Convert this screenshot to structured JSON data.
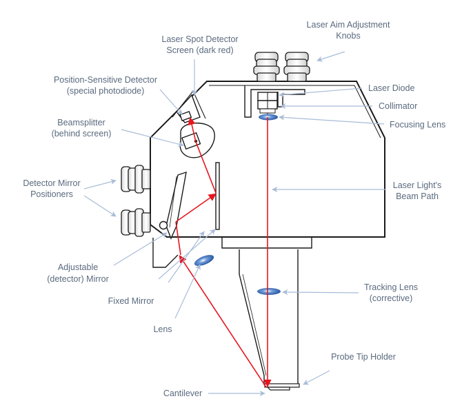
{
  "labels": {
    "laser_aim_1": "Laser Aim Adjustment",
    "laser_aim_2": "Knobs",
    "spot_screen_1": "Laser Spot Detector",
    "spot_screen_2": "Screen (dark red)",
    "psd_1": "Position-Sensitive Detector",
    "psd_2": "(special photodiode)",
    "beamsplitter_1": "Beamsplitter",
    "beamsplitter_2": "(behind screen)",
    "laser_diode": "Laser Diode",
    "collimator": "Collimator",
    "focusing_lens": "Focusing Lens",
    "det_mirror_pos_1": "Detector Mirror",
    "det_mirror_pos_2": "Positioners",
    "beam_path_1": "Laser Light's",
    "beam_path_2": "Beam Path",
    "adj_mirror_1": "Adjustable",
    "adj_mirror_2": "(detector) Mirror",
    "fixed_mirror": "Fixed Mirror",
    "tracking_lens_1": "Tracking Lens",
    "tracking_lens_2": "(corrective)",
    "lens": "Lens",
    "probe_tip_holder": "Probe Tip Holder",
    "cantilever": "Cantilever"
  },
  "colors": {
    "outline": "#1a1a1a",
    "beam": "#e8141e",
    "leader": "#a8bcd8",
    "label": "#5a6a7e",
    "lens": "#1f5cab"
  }
}
